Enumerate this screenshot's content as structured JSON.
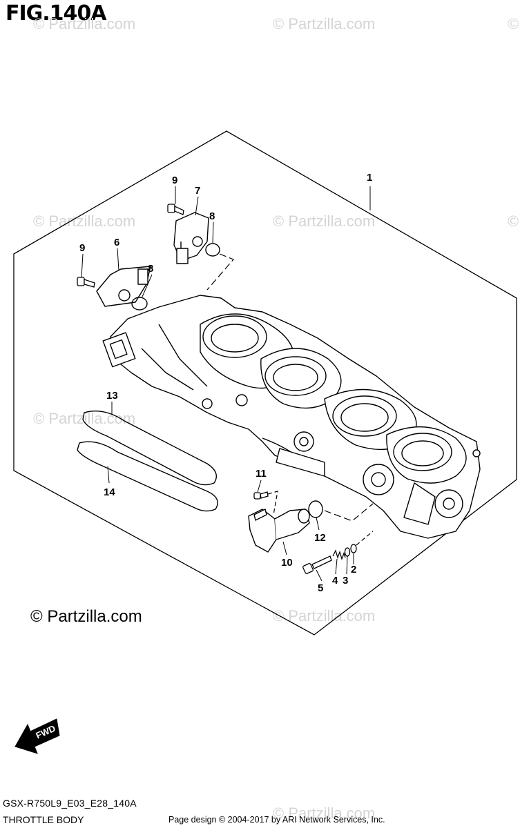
{
  "figure": {
    "title": "FIG.140A",
    "model_code": "GSX-R750L9_E03_E28_140A",
    "caption": "THROTTLE BODY"
  },
  "callouts": [
    "1",
    "2",
    "3",
    "4",
    "5",
    "6",
    "7",
    "8",
    "8",
    "9",
    "9",
    "10",
    "11",
    "12",
    "13",
    "14"
  ],
  "direction_label": "FWD",
  "watermark_text": "© Partzilla.com",
  "credit_text": "© Partzilla.com",
  "footer_text": "Page design © 2004-2017 by ARI Network Services, Inc.",
  "colors": {
    "line": "#000000",
    "watermark": "#d4d4d4",
    "background": "#ffffff"
  }
}
